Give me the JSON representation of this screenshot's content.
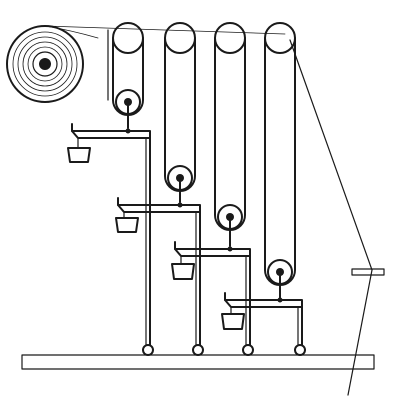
{
  "figure": {
    "subject": "engraving",
    "ink_color": "#1a1a1a",
    "paper_color": "#ffffff",
    "hatch_color": "#1a1a1a",
    "pulley_count": 4,
    "weight_count": 4,
    "anchor_count": 4,
    "labels": []
  }
}
